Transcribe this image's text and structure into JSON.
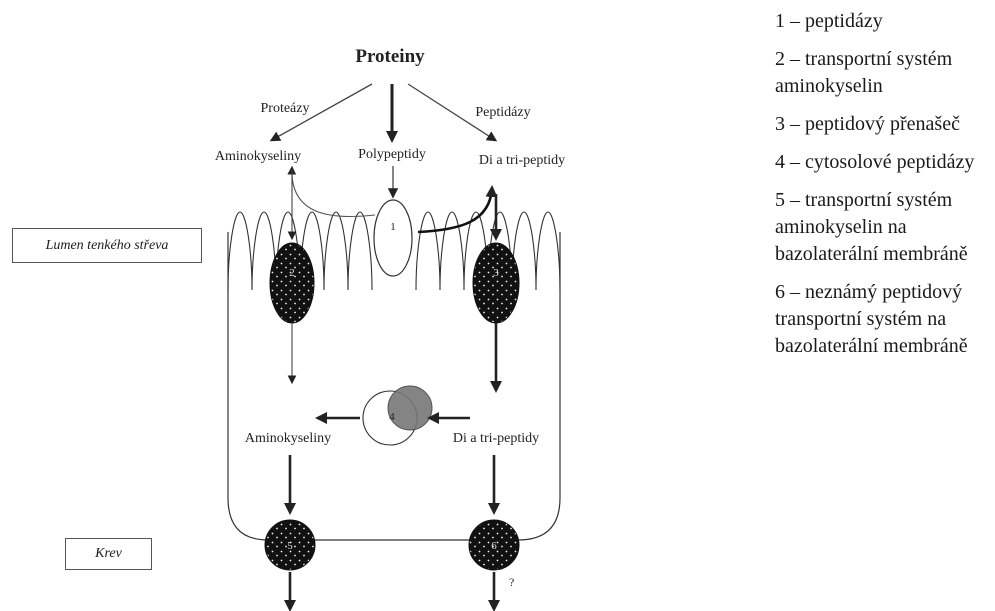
{
  "diagram": {
    "title": "Proteiny",
    "proteazy": "Proteázy",
    "peptidazy": "Peptidázy",
    "aminokyseliny_top": "Aminokyseliny",
    "polypeptidy": "Polypeptidy",
    "di_tri_top": "Di a tri-peptidy",
    "aminokyseliny_mid": "Aminokyseliny",
    "di_tri_mid": "Di a tri-peptidy",
    "lumen_label": "Lumen tenkého střeva",
    "krev_label": "Krev",
    "question_mark": "?",
    "marker_1": "1",
    "marker_2": "2",
    "marker_3": "3",
    "marker_4": "4",
    "marker_5": "5",
    "marker_6": "6"
  },
  "legend": {
    "items": [
      "1 – peptidázy",
      "2 – transportní systém aminokyselin",
      "3 – peptidový přenašeč",
      "4 – cytosolové peptidázy",
      "5 – transportní systém aminokyselin na bazolaterální membráně",
      "6 – neznámý peptidový transportní systém na bazolaterální membráně"
    ]
  }
}
